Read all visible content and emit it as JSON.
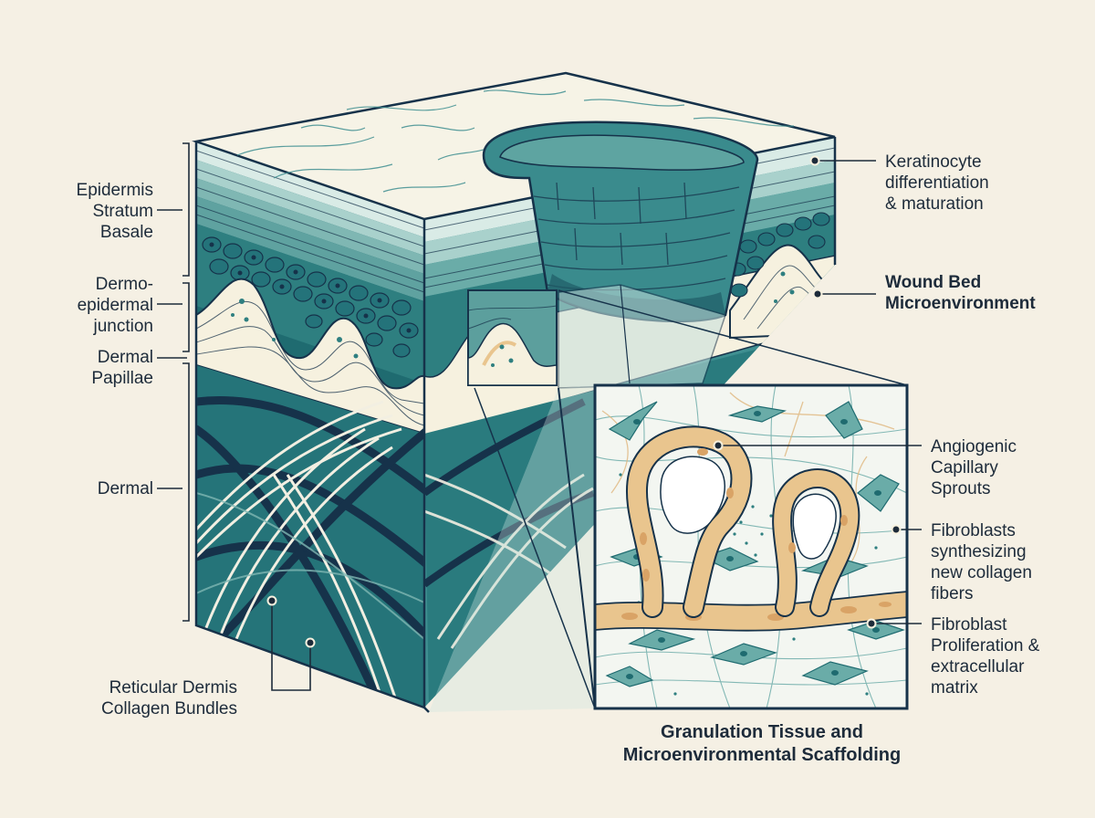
{
  "labels": {
    "epidermis": "Epidermis\nStratum\nBasale",
    "dej": "Dermo-\nepidermal\njunction",
    "dermal_papillae": "Dermal\nPapillae",
    "dermal": "Dermal",
    "reticular": "Reticular Dermis\nCollagen Bundles",
    "keratinocyte": "Keratinocyte\ndifferentiation\n& maturation",
    "wound_bed": "Wound Bed\nMicroenvironment",
    "angiogenic": "Angiogenic\nCapillary\nSprouts",
    "fibroblasts_synth": "Fibroblasts\nsynthesizing\nnew collagen\nfibers",
    "fibroblast_prolif": "Fibroblast\nProliferation &\nextracellular\nmatrix",
    "caption": "Granulation Tissue and\nMicroenvironmental Scaffolding"
  },
  "colors": {
    "background": "#f5f0e4",
    "ink": "#1d2b3a",
    "teal_light": "#9cc8c4",
    "teal_mid": "#4f9a99",
    "teal_dark": "#1f6b70",
    "teal_deep": "#174f58",
    "navy": "#16324a",
    "cream": "#f6f1df",
    "tan": "#e9c58e",
    "orange": "#d9a366"
  }
}
